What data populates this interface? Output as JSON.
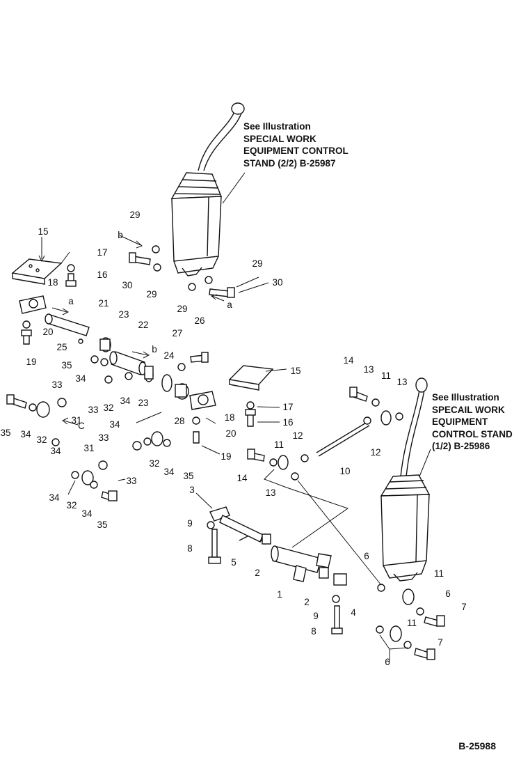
{
  "callouts": {
    "stand_2_2": [
      "See Illustration",
      "SPECIAL WORK",
      "EQUIPMENT CONTROL",
      "STAND (2/2) B-25987"
    ],
    "stand_1_2": [
      "See Illustration",
      "SPECAIL WORK",
      "EQUIPMENT",
      "CONTROL STAND",
      "(1/2) B-25986"
    ]
  },
  "drawing_number": "B-25988",
  "labels": [
    {
      "id": "29"
    },
    {
      "id": "b"
    },
    {
      "id": "30"
    },
    {
      "id": "29"
    },
    {
      "id": "29"
    },
    {
      "id": "30"
    },
    {
      "id": "29"
    },
    {
      "id": "a"
    },
    {
      "id": "15"
    },
    {
      "id": "17"
    },
    {
      "id": "16"
    },
    {
      "id": "18"
    },
    {
      "id": "a"
    },
    {
      "id": "21"
    },
    {
      "id": "23"
    },
    {
      "id": "22"
    },
    {
      "id": "20"
    },
    {
      "id": "25"
    },
    {
      "id": "19"
    },
    {
      "id": "35"
    },
    {
      "id": "b"
    },
    {
      "id": "24"
    },
    {
      "id": "27"
    },
    {
      "id": "26"
    },
    {
      "id": "15"
    },
    {
      "id": "34"
    },
    {
      "id": "33"
    },
    {
      "id": "32"
    },
    {
      "id": "33"
    },
    {
      "id": "34"
    },
    {
      "id": "23"
    },
    {
      "id": "28"
    },
    {
      "id": "18"
    },
    {
      "id": "17"
    },
    {
      "id": "16"
    },
    {
      "id": "20"
    },
    {
      "id": "19"
    },
    {
      "id": "35"
    },
    {
      "id": "34"
    },
    {
      "id": "32"
    },
    {
      "id": "31"
    },
    {
      "id": "34"
    },
    {
      "id": "C"
    },
    {
      "id": "34"
    },
    {
      "id": "33"
    },
    {
      "id": "31"
    },
    {
      "id": "32"
    },
    {
      "id": "34"
    },
    {
      "id": "35"
    },
    {
      "id": "33"
    },
    {
      "id": "34"
    },
    {
      "id": "32"
    },
    {
      "id": "34"
    },
    {
      "id": "35"
    },
    {
      "id": "14"
    },
    {
      "id": "13"
    },
    {
      "id": "11"
    },
    {
      "id": "13"
    },
    {
      "id": "12"
    },
    {
      "id": "12"
    },
    {
      "id": "10"
    },
    {
      "id": "11"
    },
    {
      "id": "14"
    },
    {
      "id": "13"
    },
    {
      "id": "3"
    },
    {
      "id": "9"
    },
    {
      "id": "8"
    },
    {
      "id": "5"
    },
    {
      "id": "2"
    },
    {
      "id": "1"
    },
    {
      "id": "2"
    },
    {
      "id": "4"
    },
    {
      "id": "9"
    },
    {
      "id": "8"
    },
    {
      "id": "6"
    },
    {
      "id": "11"
    },
    {
      "id": "6"
    },
    {
      "id": "7"
    },
    {
      "id": "11"
    },
    {
      "id": "7"
    },
    {
      "id": "6"
    }
  ]
}
